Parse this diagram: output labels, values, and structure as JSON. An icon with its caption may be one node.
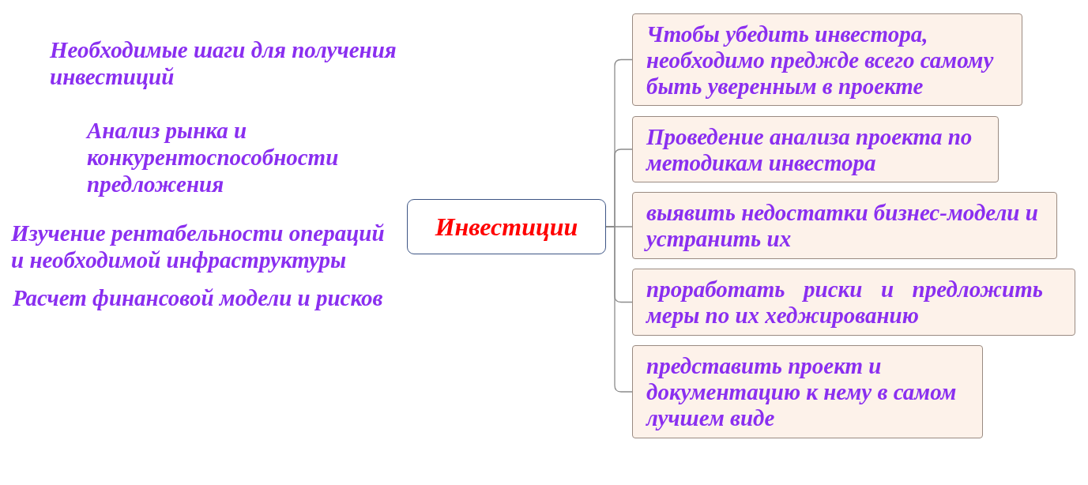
{
  "diagram": {
    "title": "Необходимые шаги для получения инвестиций",
    "nodes": [
      {
        "text": [
          "Инвестиции"
        ]
      },
      {
        "text": [
          "Чтобы убедить инвестора, необходимо преджде всего самому быть уверенным в проекте"
        ]
      },
      {
        "text": [
          "Проведение анализа проекта по методикам инвестора"
        ]
      },
      {
        "text": [
          "выявить недостатки бизнес-модели и устранить их"
        ]
      },
      {
        "text": [
          "проработать риски и предложить меры по их хеджированию"
        ]
      },
      {
        "text": [
          "представить проект и документацию к нему в самом лучшем виде"
        ]
      }
    ],
    "edges": [
      {
        "from": 0,
        "to": 1,
        "arrow": "none"
      },
      {
        "from": 0,
        "to": 2,
        "arrow": "none"
      },
      {
        "from": 0,
        "to": 3,
        "arrow": "none"
      },
      {
        "from": 0,
        "to": 4,
        "arrow": "none"
      },
      {
        "from": 0,
        "to": 5,
        "arrow": "none"
      }
    ],
    "labels": [
      "Анализ рынка и конкурентоспособности предложения",
      "Изучение рентабельности операций и необходимой инфраструктуры",
      "Расчет финансовой модели и рисков"
    ]
  }
}
